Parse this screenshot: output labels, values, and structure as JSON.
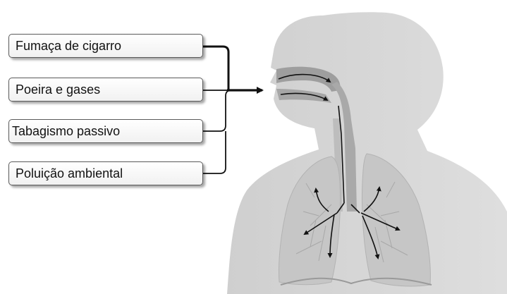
{
  "labels": {
    "cigarette_smoke": "Fumaça de cigarro",
    "dust_and_gases": "Poeira e gases",
    "passive_smoking": "Tabagismo passivo",
    "environmental_pollution": "Poluição ambiental"
  },
  "colors": {
    "silhouette": "#d6d6d6",
    "airway": "#a9a9a9",
    "lung": "#c8c8c8",
    "arrow": "#111111",
    "box_border": "#5a5a5a"
  }
}
